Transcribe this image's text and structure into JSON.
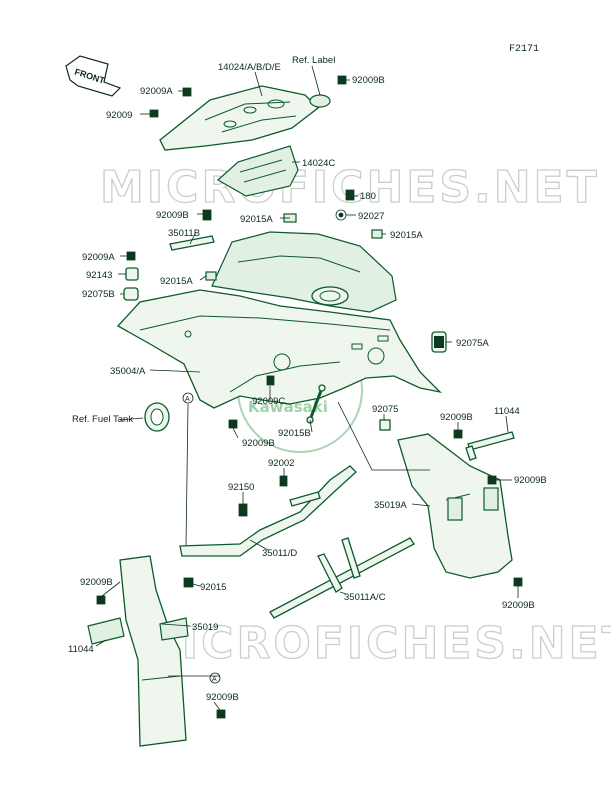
{
  "figure_code": "F2171",
  "front_label": "FRONT",
  "watermark": {
    "top": "MICROFICHES.NET",
    "bottom": "MICROFICHES.NET",
    "logo_text": "Kawasaki"
  },
  "callouts": {
    "p14024": "14024/A/B/D/E",
    "ref_label": "Ref. Label",
    "p92009B_top": "92009B",
    "p92009A_top": "92009A",
    "p92009_top": "92009",
    "p14024C": "14024C",
    "p180": "180",
    "p92009B_mid": "92009B",
    "p92015A_mid": "92015A",
    "p92027": "92027",
    "p35011B": "35011B",
    "p92015A_right": "92015A",
    "p92009A_left": "92009A",
    "p92143": "92143",
    "p92015A_left": "92015A",
    "p92075B": "92075B",
    "p92075A": "92075A",
    "p35004A": "35004/A",
    "p92009C": "92009C",
    "p92075": "92075",
    "p92009B_r1": "92009B",
    "p11044_r": "11044",
    "ref_fuel_tank": "Ref. Fuel Tank",
    "p92015B": "92015B",
    "p92009B_c": "92009B",
    "p92002": "92002",
    "p92009B_r2": "92009B",
    "p35019A": "35019A",
    "p92150": "92150",
    "p35011D": "35011/D",
    "p92009B_l": "92009B",
    "p92015": "92015",
    "p35011AC": "35011A/C",
    "p92009B_r3": "92009B",
    "p35019": "35019",
    "p11044_l": "11044",
    "p92009B_b": "92009B",
    "ref_A": "A"
  }
}
